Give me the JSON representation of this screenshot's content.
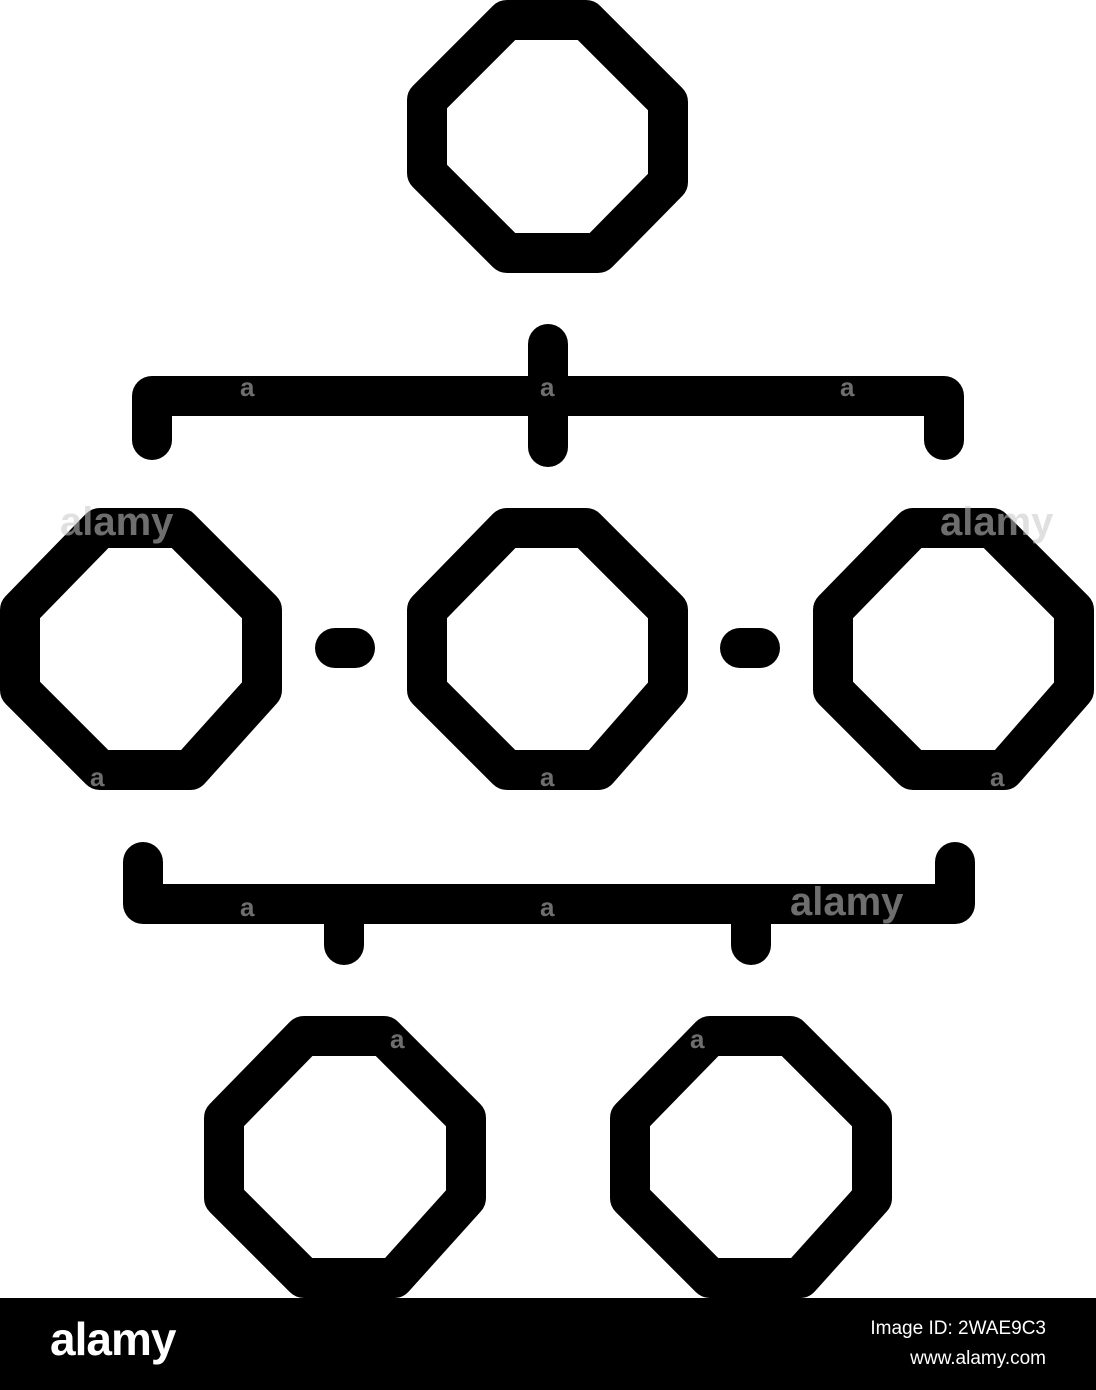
{
  "diagram": {
    "name": "hierarchy-octagon-icon",
    "stroke_color": "#000000",
    "background_color": "#ffffff"
  },
  "watermark": {
    "text": "alamy",
    "letter": "a"
  },
  "footer": {
    "logo": "alamy",
    "image_id": "Image ID: 2WAE9C3",
    "site": "www.alamy.com",
    "background_color": "#000000",
    "text_color": "#ffffff"
  }
}
